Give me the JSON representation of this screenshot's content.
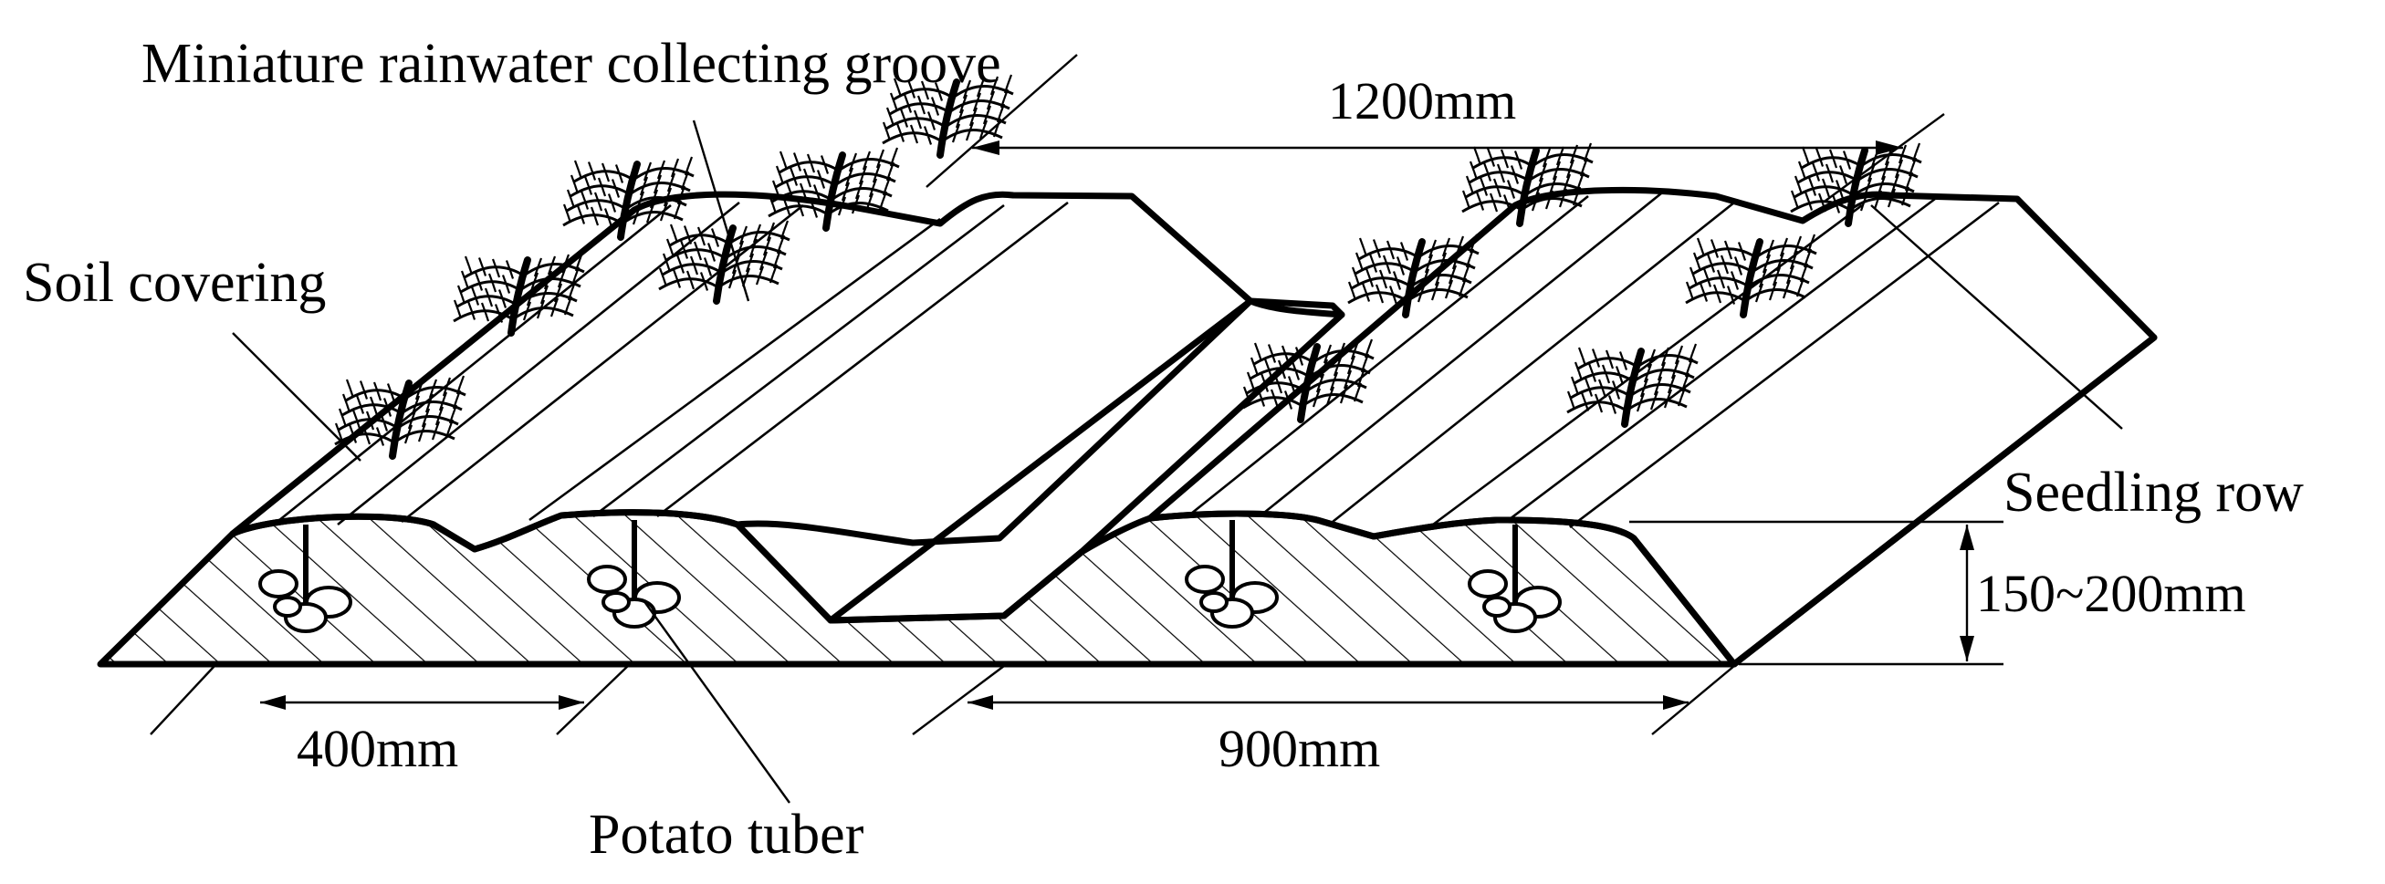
{
  "labels": {
    "groove": "Miniature rainwater collecting groove",
    "soil": "Soil covering",
    "seedling": "Seedling row",
    "tuber": "Potato tuber"
  },
  "dimensions": {
    "wide_span": "1200mm",
    "ridge_height": "150~200mm",
    "narrow_row": "400mm",
    "wide_row": "900mm"
  }
}
